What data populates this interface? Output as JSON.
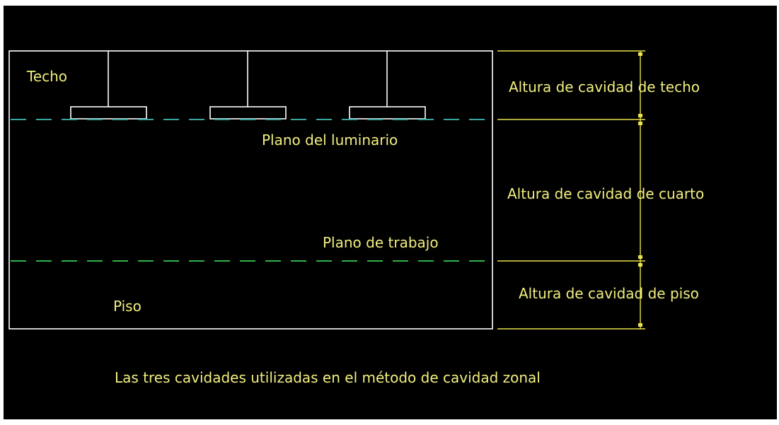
{
  "diagram": {
    "labels": {
      "ceiling": "Techo",
      "luminaire_plane": "Plano del luminario",
      "work_plane": "Plano de trabajo",
      "floor": "Piso",
      "ceiling_cavity_height": "Altura de cavidad de techo",
      "room_cavity_height": "Altura de cavidad de cuarto",
      "floor_cavity_height": "Altura de cavidad de piso"
    },
    "caption": "Las tres cavidades utilizadas en el método de cavidad zonal",
    "colors": {
      "background": "#000000",
      "room_outline": "#ffffff",
      "text": "#f2ef7e",
      "dimension_lines": "#e8e14a",
      "luminaire_plane_line": "#3aa6a0",
      "work_plane_line": "#2fb34a"
    },
    "luminaire_count": 3
  }
}
